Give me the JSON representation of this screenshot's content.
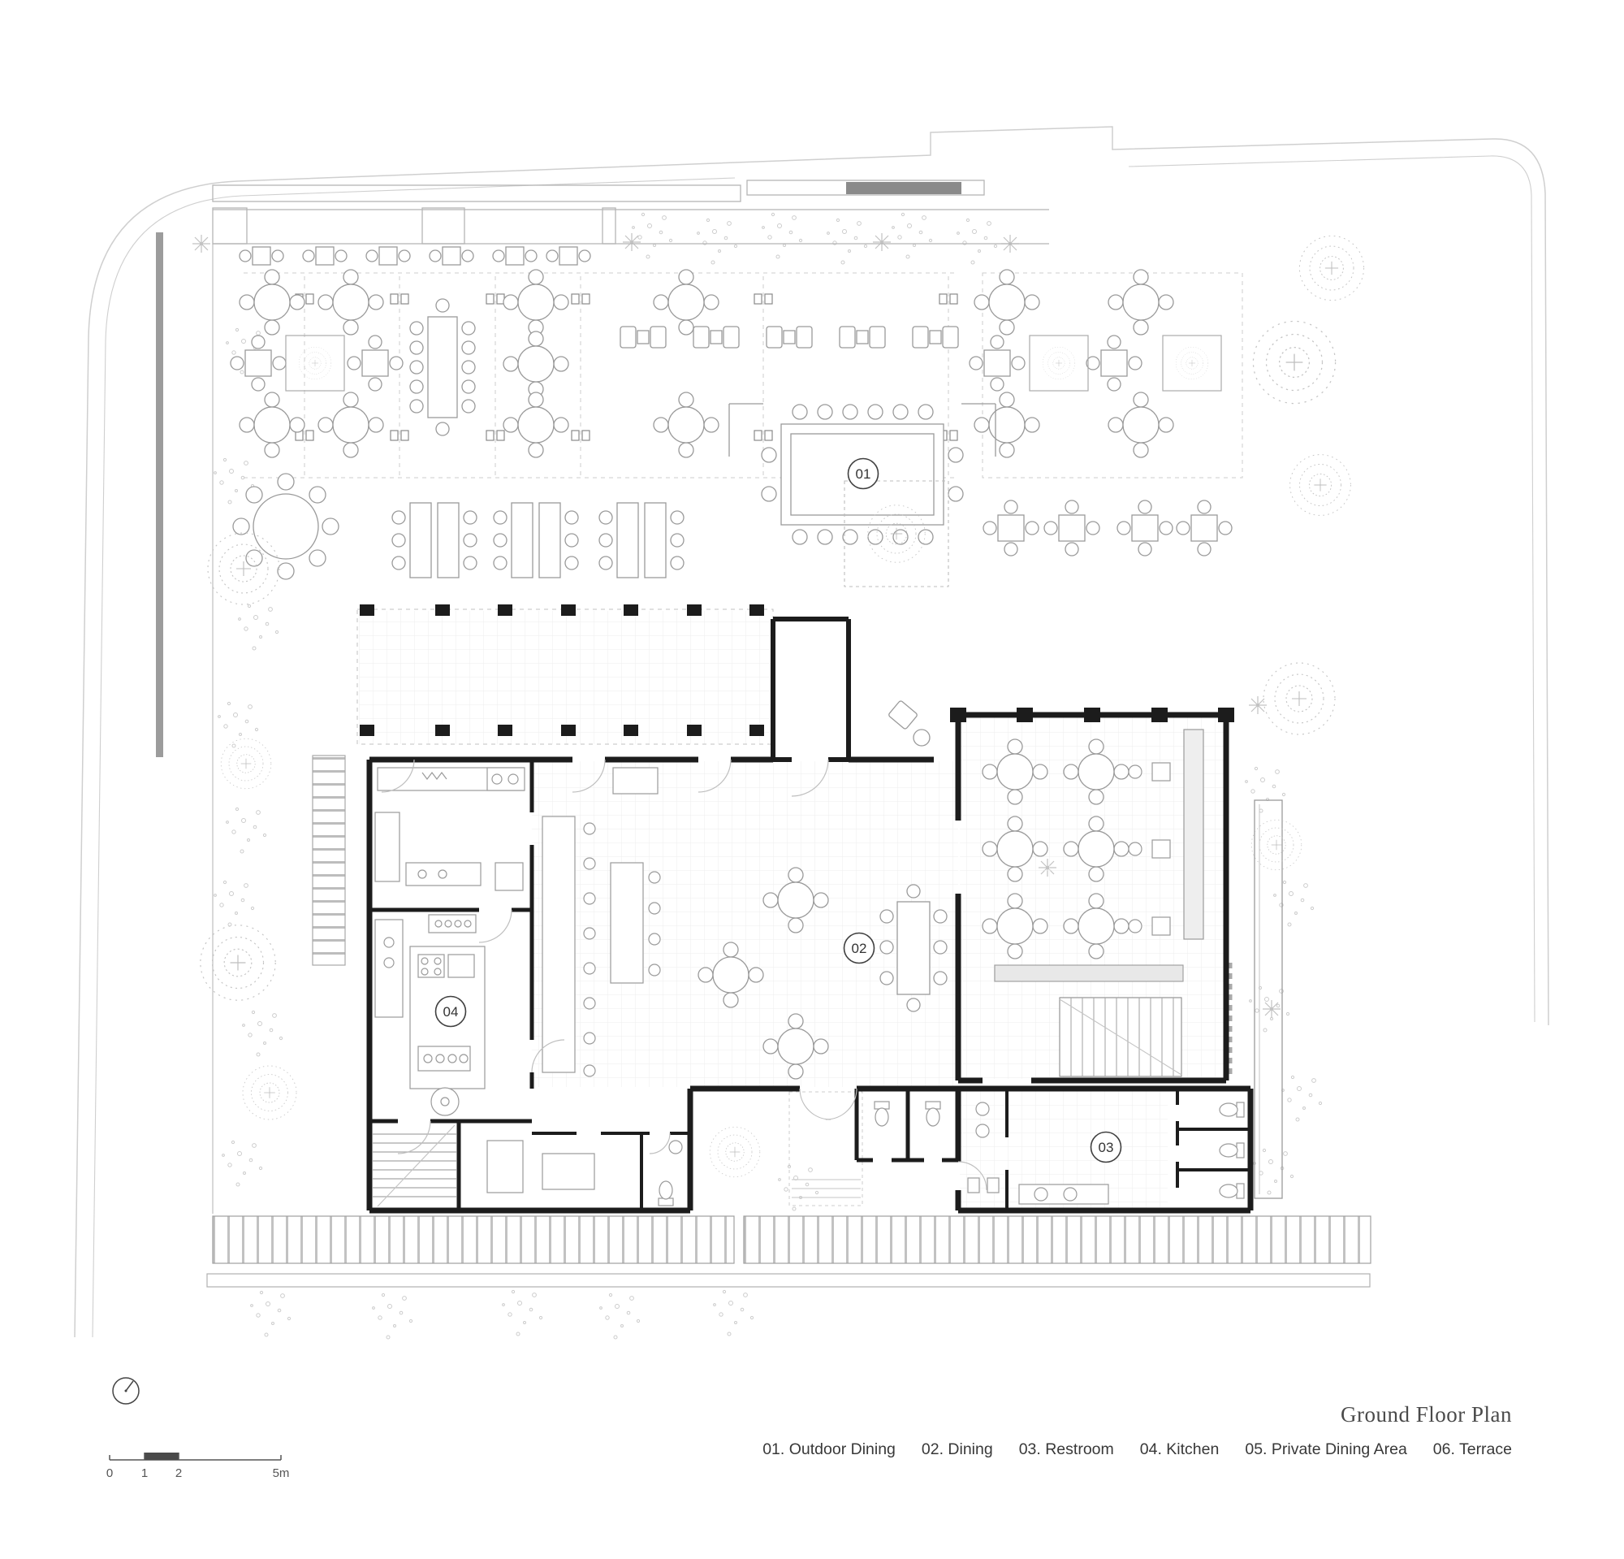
{
  "plan": {
    "title": "Ground Floor Plan",
    "legend": [
      "01. Outdoor Dining",
      "02. Dining",
      "03. Restroom",
      "04. Kitchen",
      "05. Private Dining Area",
      "06. Terrace"
    ],
    "rooms": [
      "01",
      "02",
      "03",
      "04"
    ],
    "scale": {
      "ticks": [
        "0",
        "1",
        "2",
        "5m"
      ]
    }
  }
}
